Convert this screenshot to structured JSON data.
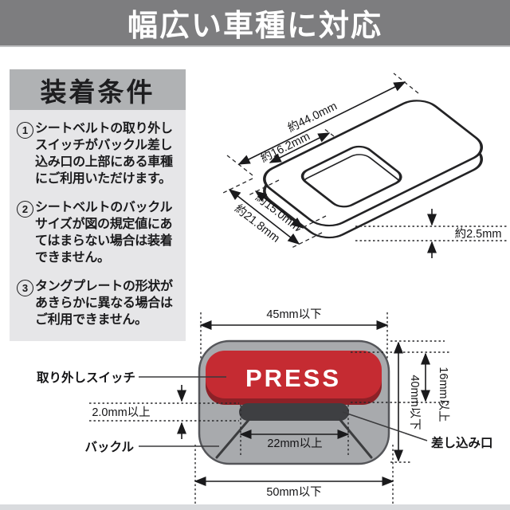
{
  "banner": {
    "title": "幅広い車種に対応"
  },
  "conditions": {
    "header": "装着条件",
    "items": [
      {
        "num": "1",
        "text": "シートベルトの取り外しスイッチがバックル差し込み口の上部にある車種にご利用いただけます。"
      },
      {
        "num": "2",
        "text": "シートベルトのバックルサイズが図の規定値にあてはまらない場合は装着できません。"
      },
      {
        "num": "3",
        "text": "タングプレートの形状があきらかに異なる場合はご利用できません。"
      }
    ]
  },
  "tang_diagram": {
    "length": "約44.0mm",
    "hole_offset": "約16.2mm",
    "hole_width": "約15.0mm",
    "width": "約21.8mm",
    "thickness": "約2.5mm"
  },
  "buckle_diagram": {
    "press_label": "PRESS",
    "top_width": "45mm以下",
    "bottom_width": "50mm以下",
    "height": "40mm以下",
    "switch_height": "16mm以上",
    "slot_width": "22mm以上",
    "slot_gap": "2.0mm以上",
    "labels": {
      "switch": "取り外しスイッチ",
      "buckle": "バックル",
      "slot": "差し込み口"
    }
  },
  "colors": {
    "banner_bg": "#7d7d7f",
    "panel_header_bg": "#b0b2b4",
    "panel_body_bg": "#e6e6e8",
    "buckle_gray": "#a8aaad",
    "buckle_stroke": "#55565a",
    "press_red": "#c52b32",
    "press_red_dark": "#8c2127",
    "slot_dark": "#3e3f42"
  }
}
